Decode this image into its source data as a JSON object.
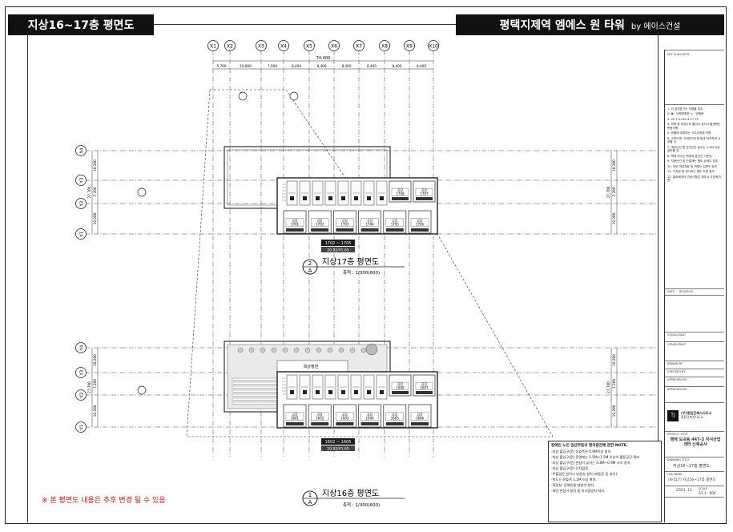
{
  "header": {
    "left_title": "지상16~17층 평면도",
    "right_title": "평택지제역 엠에스 원 타워",
    "right_subtitle": "by 에이스건설"
  },
  "grid_columns": [
    "X1",
    "X2",
    "X3",
    "X4",
    "X5",
    "X6",
    "X7",
    "X8",
    "X9",
    "X10"
  ],
  "grid_rows": [
    "Y4",
    "Y3",
    "Y2",
    "Y1"
  ],
  "dimensions": {
    "total": "74,400",
    "spans": [
      "5,700",
      "10,800",
      "7,500",
      "8,400",
      "8,400",
      "8,400",
      "8,400",
      "8,400",
      "8,400"
    ],
    "row_spans": [
      "10,200",
      "7,200",
      "10,200"
    ],
    "row_total": "27,700"
  },
  "plan17": {
    "title": "지상17층 평면도",
    "scale": "축척 : 1/300(600)",
    "circle_num": "2",
    "circle_letter": "A",
    "range_label": "1702 ~ 1705",
    "range_area": "20.82/41.65",
    "top_units": [
      {
        "label": "공장",
        "num": "1708"
      },
      {
        "label": "공장",
        "num": "1707"
      }
    ],
    "bottom_units": [
      {
        "label": "공장",
        "num": "1701"
      },
      {
        "label": "공장",
        "num": "1702"
      },
      {
        "label": "공장",
        "num": "1703"
      },
      {
        "label": "공장",
        "num": "1704"
      },
      {
        "label": "공장",
        "num": "1705"
      },
      {
        "label": "공장",
        "num": "1706"
      }
    ]
  },
  "plan16": {
    "title": "지상16층 평면도",
    "scale": "축척 : 1/300(600)",
    "circle_num": "1",
    "circle_letter": "A",
    "range_label": "1602 ~ 1605",
    "range_area": "20.82/41.65",
    "garden_label": "옥상정원",
    "top_units": [
      {
        "label": "공장",
        "num": "1608"
      },
      {
        "label": "공장",
        "num": "1607"
      }
    ],
    "bottom_units": [
      {
        "label": "공장",
        "num": "1601"
      },
      {
        "label": "공장",
        "num": "1602"
      },
      {
        "label": "공장",
        "num": "1603"
      },
      {
        "label": "공장",
        "num": "1604"
      },
      {
        "label": "공장",
        "num": "1605"
      },
      {
        "label": "공장",
        "num": "1606"
      }
    ]
  },
  "notice": "※ 본 평면도 내용은 추후 변경 될 수 있음",
  "legend": {
    "title": "장애인 노인 임산부등의 편의증진에 관한 NOTE.",
    "lines": [
      "-지상 출입구(문) 유효폭은 0.9M이상 설치.",
      "-지상 출입구(문) 전면에는 1.5M×1.5M 이상의 활동공간 확보.",
      "-지상 출입구(문) 손잡이 높이는 0.8M~0.9M 사이 설치.",
      "-지상 출입구(문) 단차없음.",
      "-주출입문 설치시 방풍실 설치 (자동문 등 설치).",
      "-복도는 유효폭 1.2M 이상 확보.",
      "-화장실: 장애인용 대변기 설치.",
      "-계단 손잡이 설치 및 미끄럼방지 처리."
    ]
  },
  "sidebar": {
    "key_plan": "KEY PLAN   NOTE",
    "notes": [
      "1. 이 설명표기는 다음을 참조.",
      "2. ◉ : 단행방화문  ◎ : 방화문",
      "3. CE.1.0×45.4 17.75",
      "4. 외벽 등 마감사이 틀어나 공사시 발생하는 변동사항.",
      "5. 문틀에 대하여는 구조규정에 따름.",
      "6. 구조도면, 기계전기도면 등과 대조하여 시공할 것.",
      "7. 계단난간 및 안전난간 높이는 1.2M 이상 설치할 것.",
      "8. 벽체 치수는 벽체의 중심선 기준임.",
      "9. 지붕난간 및 단열재는 별도 상세도 참조.",
      "10. 외부 마감재료 및 색채는 입면도 참조.",
      "11. 주차장 및 경사로는 별도 도면 참조.",
      "12. 엘리베이터 관련사항은 제조사 사양에 따름."
    ],
    "revision_date": "DATE",
    "revision": "REVISION",
    "consultant1": "CONSULTANT",
    "consultant2": "CONSULTANT",
    "drawn_by": "DRAWN BY",
    "checked_by": "CHECKED BY",
    "approved_by1": "APPROVED BY",
    "approved_by2": "APPROVED BY",
    "office_name": "(주)종합건축사사무소",
    "office_sub": "종합건축사사무소",
    "project_title_label": "PROJECT TITLE",
    "project_title": "평택 모곡동 447-3 지식산업센터 신축공사",
    "drawing_title_label": "DRAWING TITLE",
    "drawing_title": "지상16~17층 평면도",
    "file_name_label": "FILE NAME",
    "file_name": "(A-217) 지상16~17층 평면도",
    "date": "2021. 11.",
    "scale_label": "SCALE",
    "scale": "A3 1 : 600"
  },
  "colors": {
    "header_bg": "#111111",
    "notice_red": "#e01010",
    "plan_line": "#222222"
  }
}
